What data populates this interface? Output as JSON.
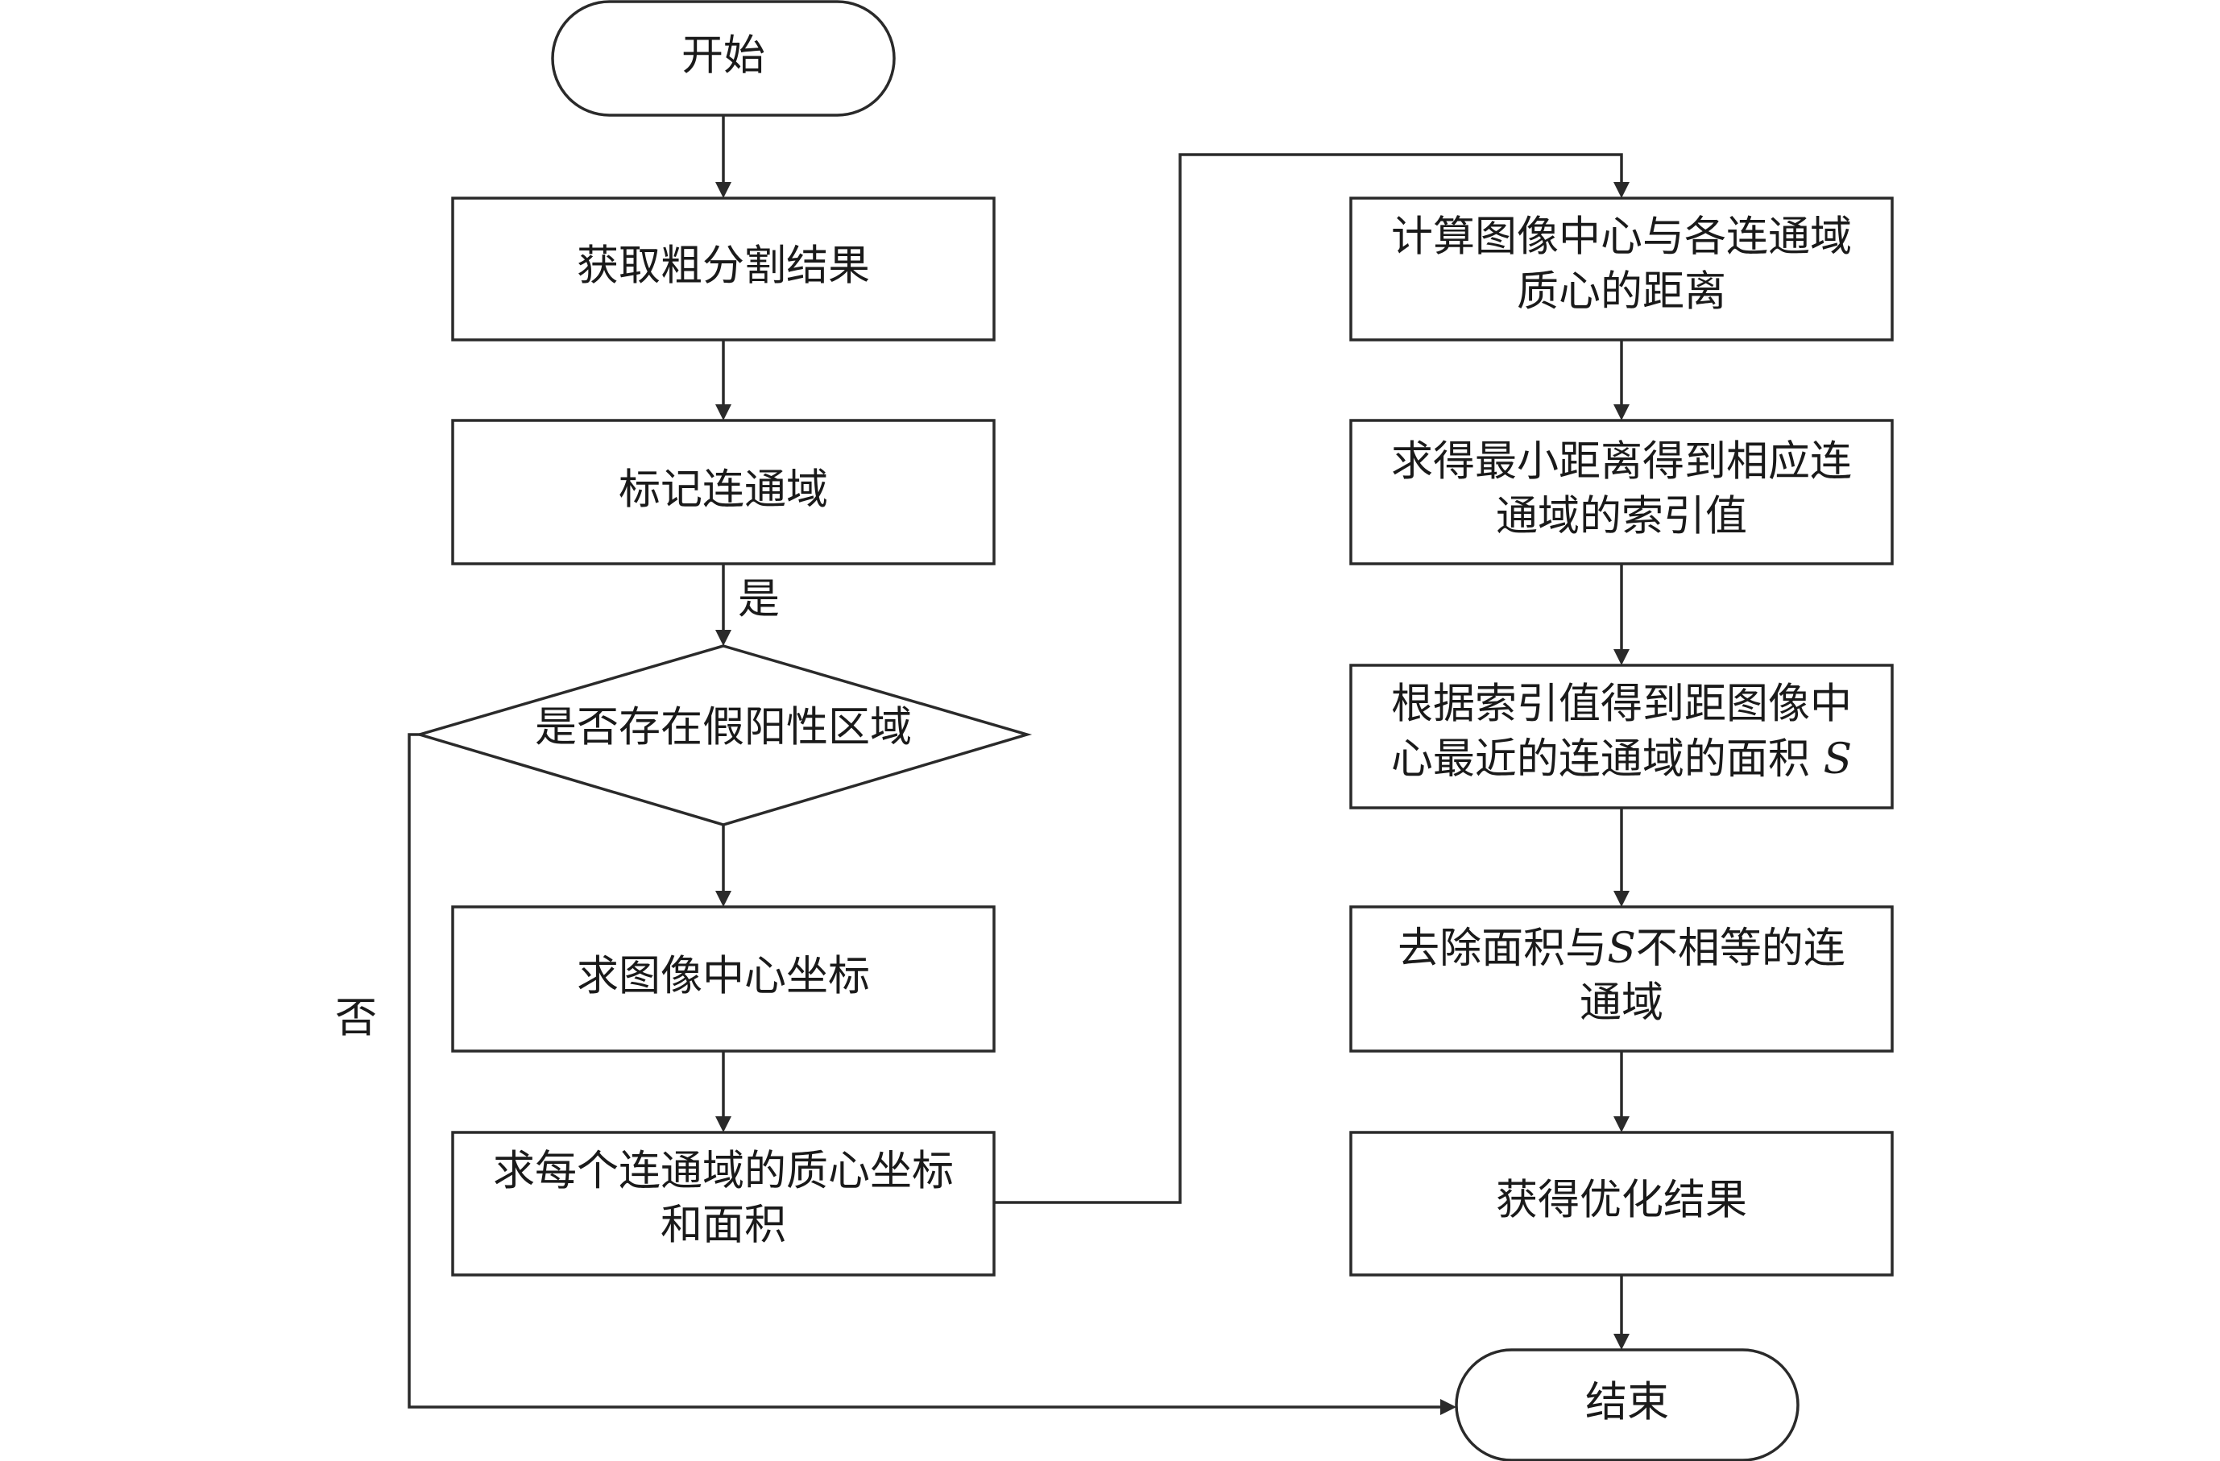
{
  "nodes": {
    "start": {
      "label": "开始"
    },
    "get_coarse": {
      "label": "获取粗分割结果"
    },
    "label_cc": {
      "label": "标记连通域"
    },
    "decision": {
      "label": "是否存在假阳性区域"
    },
    "image_center": {
      "label": "求图像中心坐标"
    },
    "centroid_area": {
      "line1": "求每个连通域的质心坐标",
      "line2": "和面积"
    },
    "calc_distance": {
      "line1": "计算图像中心与各连通域",
      "line2": "质心的距离"
    },
    "min_distance": {
      "line1": "求得最小距离得到相应连",
      "line2": "通域的索引值"
    },
    "nearest_area": {
      "line1": "根据索引值得到距图像中",
      "line2_prefix": "心最近的连通域的面积 ",
      "line2_var": "S"
    },
    "remove_cc": {
      "line1_prefix": "去除面积与",
      "line1_var": "S",
      "line1_suffix": "不相等的连",
      "line2": "通域"
    },
    "optimized": {
      "label": "获得优化结果"
    },
    "end": {
      "label": "结束"
    }
  },
  "edge_labels": {
    "yes": "是",
    "no": "否"
  }
}
